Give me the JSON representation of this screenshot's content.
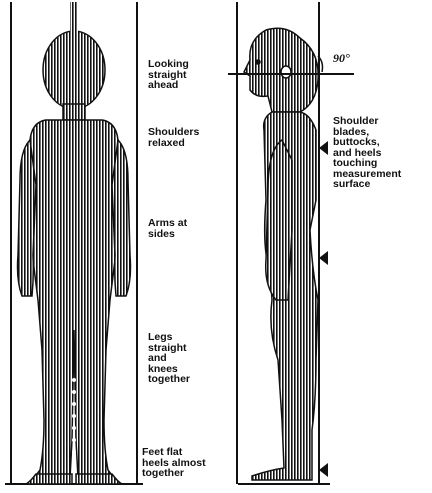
{
  "figure": {
    "labels": {
      "looking_ahead": "Looking\nstraight\nahead",
      "shoulders_relaxed": "Shoulders\nrelaxed",
      "arms_at_sides": "Arms at\nsides",
      "legs_together": "Legs\nstraight\nand\nknees\ntogether",
      "feet_flat": "Feet flat\nheels almost\ntogether",
      "touching_surface": "Shoulder\nblades,\nbuttocks,\nand heels\ntouching\nmeasurement\nsurface",
      "angle": "90°"
    },
    "colors": {
      "ink": "#111111",
      "paper": "#ffffff"
    }
  }
}
